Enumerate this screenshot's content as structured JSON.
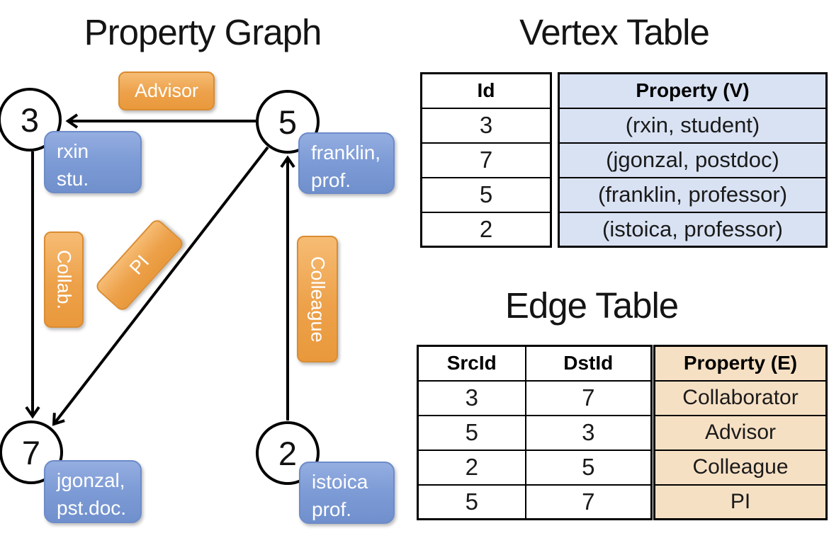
{
  "graph": {
    "title": "Property Graph",
    "nodes": [
      {
        "id": "3",
        "prop_line1": "rxin",
        "prop_line2": "stu."
      },
      {
        "id": "5",
        "prop_line1": "franklin,",
        "prop_line2": "prof."
      },
      {
        "id": "7",
        "prop_line1": "jgonzal,",
        "prop_line2": "pst.doc."
      },
      {
        "id": "2",
        "prop_line1": "istoica",
        "prop_line2": "prof."
      }
    ],
    "edge_labels": {
      "advisor": "Advisor",
      "collab": "Collab.",
      "pi": "PI",
      "colleague": "Colleague"
    },
    "edges": [
      {
        "src": "5",
        "dst": "3",
        "label": "Advisor"
      },
      {
        "src": "3",
        "dst": "7",
        "label": "Collab."
      },
      {
        "src": "5",
        "dst": "7",
        "label": "PI"
      },
      {
        "src": "2",
        "dst": "5",
        "label": "Colleague"
      }
    ]
  },
  "vertex_table": {
    "title": "Vertex Table",
    "columns": [
      "Id",
      "Property (V)"
    ],
    "rows": [
      [
        "3",
        "(rxin, student)"
      ],
      [
        "7",
        "(jgonzal, postdoc)"
      ],
      [
        "5",
        "(franklin, professor)"
      ],
      [
        "2",
        "(istoica, professor)"
      ]
    ]
  },
  "edge_table": {
    "title": "Edge Table",
    "columns": [
      "SrcId",
      "DstId",
      "Property (E)"
    ],
    "rows": [
      [
        "3",
        "7",
        "Collaborator"
      ],
      [
        "5",
        "3",
        "Advisor"
      ],
      [
        "2",
        "5",
        "Colleague"
      ],
      [
        "5",
        "7",
        "PI"
      ]
    ]
  },
  "colors": {
    "edge_label_orange": "#EFA14A",
    "node_property_blue": "#7E9CD6",
    "vertex_property_bg": "#D9E2F3",
    "edge_property_bg": "#F6E0C4"
  }
}
